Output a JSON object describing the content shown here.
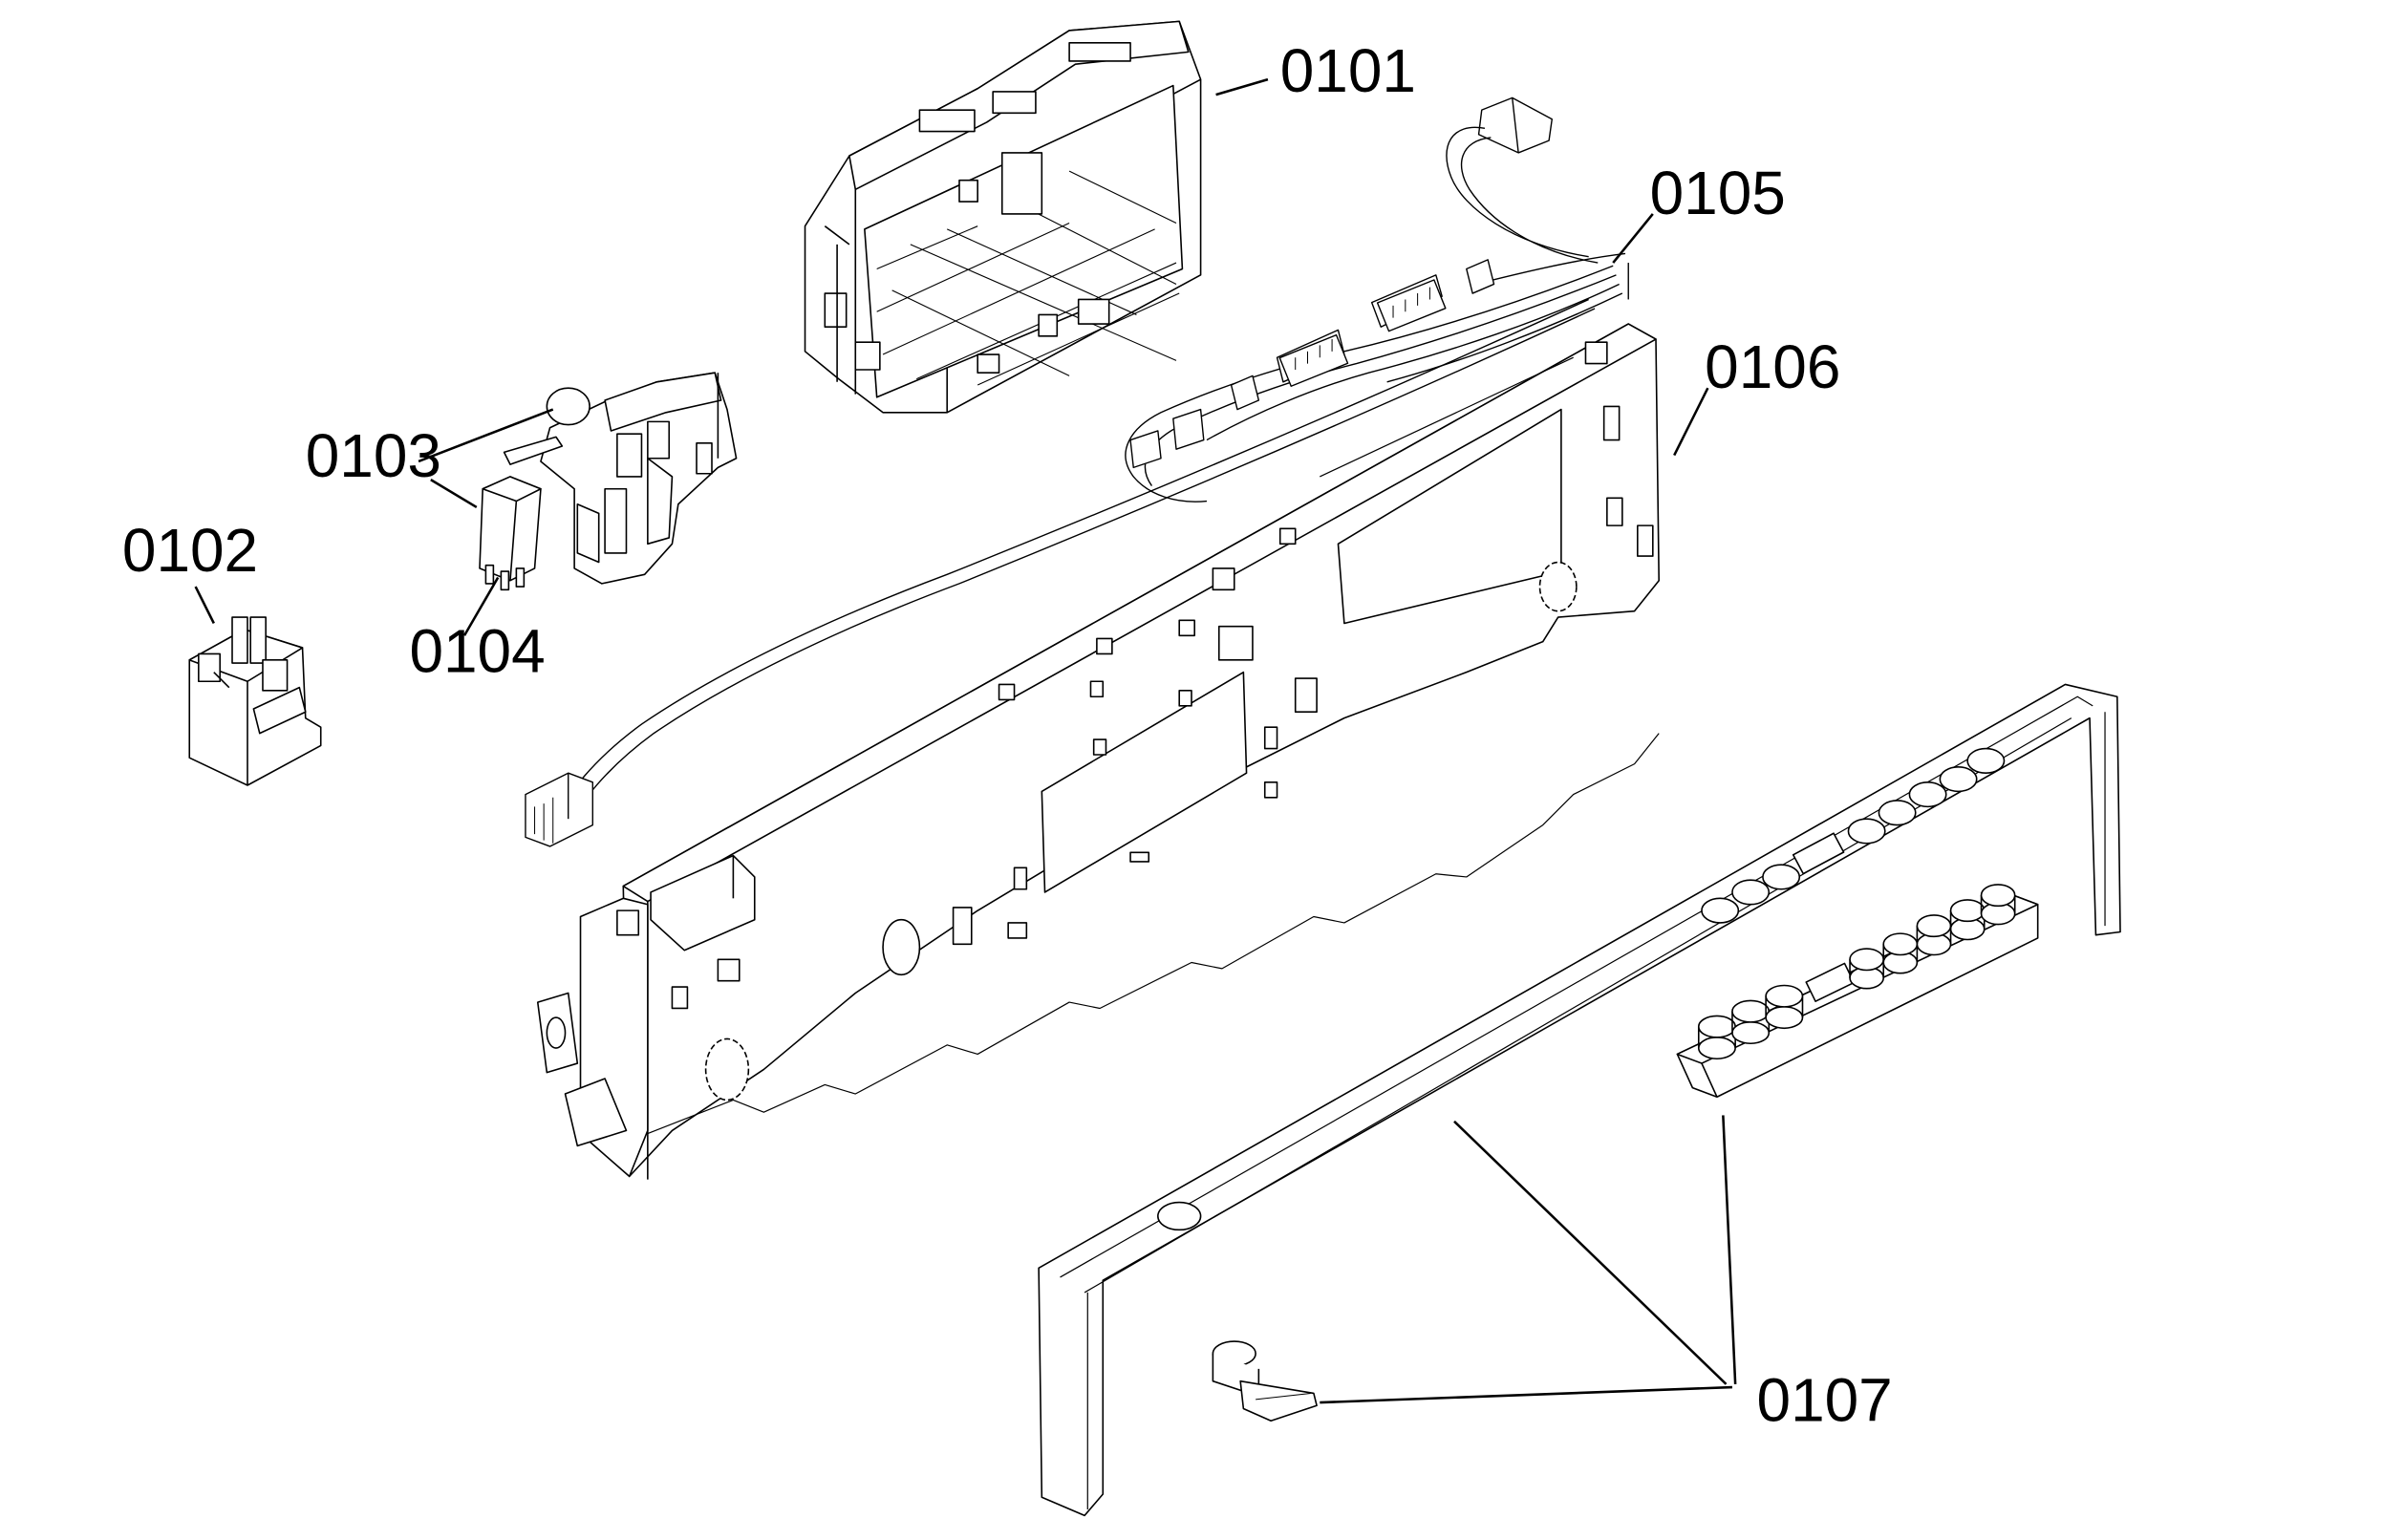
{
  "diagram": {
    "callouts": [
      {
        "id": "0101",
        "label": "0101"
      },
      {
        "id": "0102",
        "label": "0102"
      },
      {
        "id": "0103",
        "label": "0103"
      },
      {
        "id": "0104",
        "label": "0104"
      },
      {
        "id": "0105",
        "label": "0105"
      },
      {
        "id": "0106",
        "label": "0106"
      },
      {
        "id": "0107",
        "label": "0107"
      }
    ],
    "colors": {
      "line": "#000000",
      "fill": "#ffffff",
      "background": "#ffffff"
    }
  }
}
